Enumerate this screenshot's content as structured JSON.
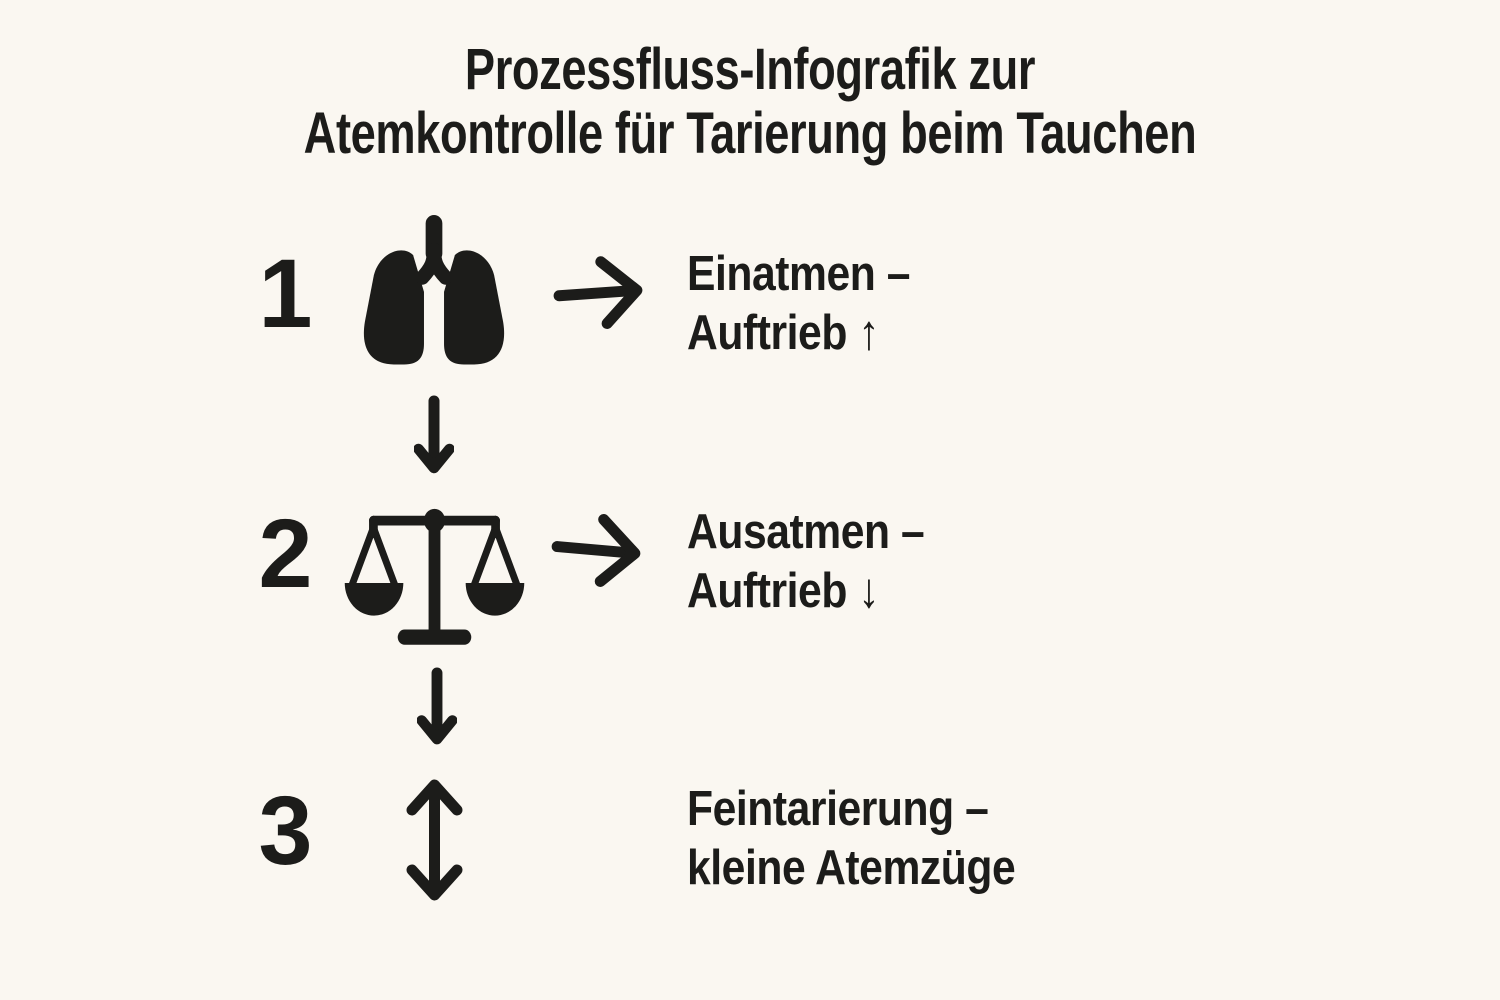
{
  "title": {
    "line1": "Prozessfluss-Infografik zur",
    "line2": "Atemkontrolle für Tarierung beim Tauchen"
  },
  "steps": [
    {
      "number": "1",
      "icon": "lungs-icon",
      "line1": "Einatmen –",
      "line2": "Auftrieb ↑"
    },
    {
      "number": "2",
      "icon": "balance-scale-icon",
      "line1": "Ausatmen –",
      "line2": "Auftrieb ↓"
    },
    {
      "number": "3",
      "icon": "up-down-arrow-icon",
      "line1": "Feintarierung –",
      "line2": "kleine Atemzüge"
    }
  ],
  "icons": {
    "step1": "lungs-icon",
    "step2": "balance-scale-icon",
    "step3": "up-down-arrow-icon",
    "flow_horizontal": "arrow-right-icon",
    "flow_vertical": "arrow-down-icon"
  },
  "colors": {
    "background": "#faf7f1",
    "ink": "#1c1c1a"
  }
}
